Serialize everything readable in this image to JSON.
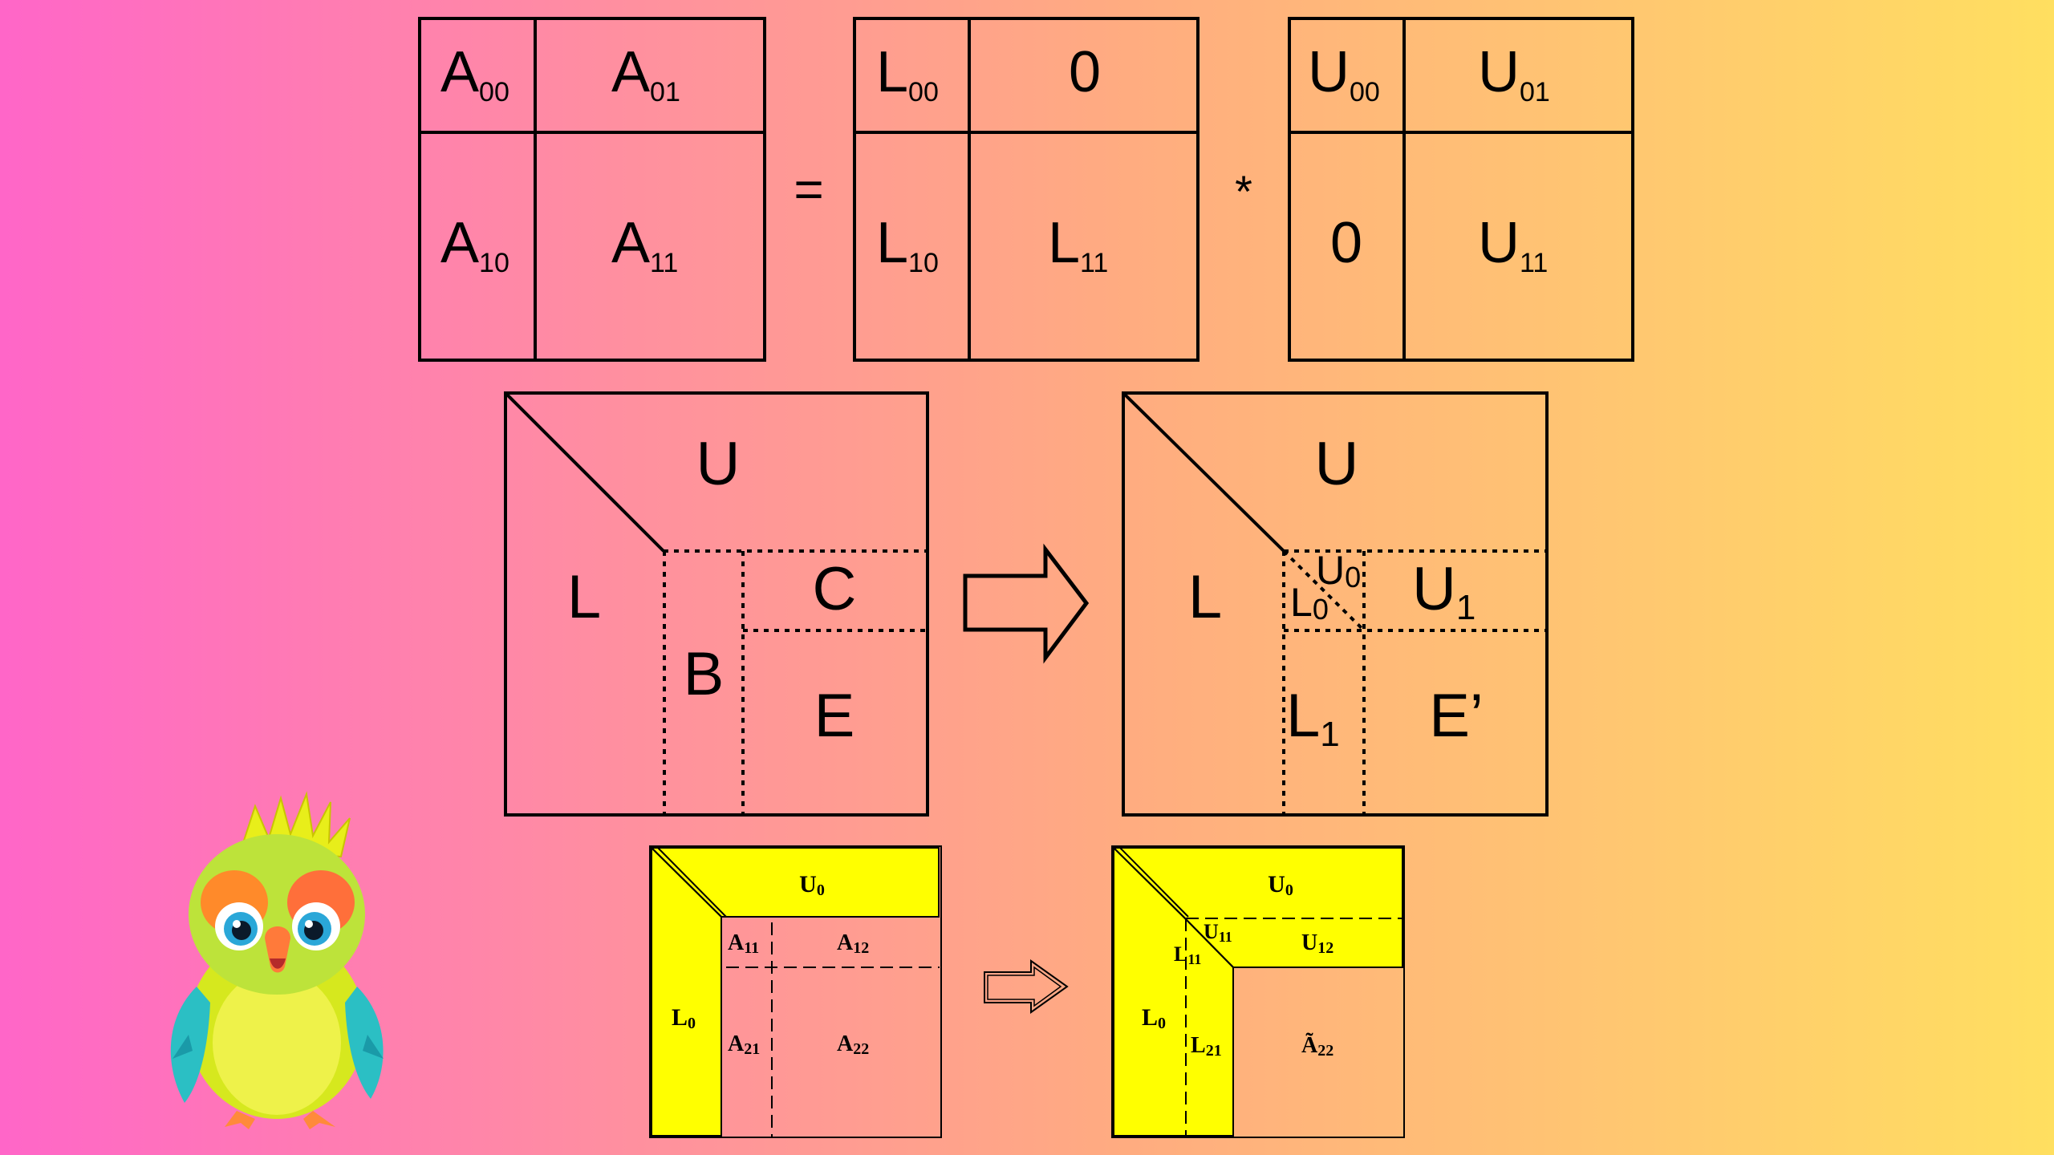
{
  "block_equation": {
    "A00": {
      "base": "A",
      "sub": "00"
    },
    "A01": {
      "base": "A",
      "sub": "01"
    },
    "A10": {
      "base": "A",
      "sub": "10"
    },
    "A11": {
      "base": "A",
      "sub": "11"
    },
    "equals": "=",
    "L00": {
      "base": "L",
      "sub": "00"
    },
    "L_zero": "0",
    "L10": {
      "base": "L",
      "sub": "10"
    },
    "L11": {
      "base": "L",
      "sub": "11"
    },
    "times": "*",
    "U00": {
      "base": "U",
      "sub": "00"
    },
    "U01": {
      "base": "U",
      "sub": "01"
    },
    "U_zero": "0",
    "U11": {
      "base": "U",
      "sub": "11"
    }
  },
  "blocked_lu_step": {
    "before": {
      "U": "U",
      "L": "L",
      "B": "B",
      "C": "C",
      "E": "E"
    },
    "after": {
      "U": "U",
      "L": "L",
      "U0": {
        "base": "U",
        "sub": "0"
      },
      "L0": {
        "base": "L",
        "sub": "0"
      },
      "U1": {
        "base": "U",
        "sub": "1"
      },
      "L1": {
        "base": "L",
        "sub": "1"
      },
      "E_prime": "E’"
    }
  },
  "small_lu_step": {
    "before": {
      "U0": {
        "base": "U",
        "sub": "0"
      },
      "L0": {
        "base": "L",
        "sub": "0"
      },
      "A11": {
        "base": "A",
        "sub": "11"
      },
      "A12": {
        "base": "A",
        "sub": "12"
      },
      "A21": {
        "base": "A",
        "sub": "21"
      },
      "A22": {
        "base": "A",
        "sub": "22"
      }
    },
    "after": {
      "U0": {
        "base": "U",
        "sub": "0"
      },
      "L0": {
        "base": "L",
        "sub": "0"
      },
      "U11": {
        "base": "U",
        "sub": "11"
      },
      "L11": {
        "base": "L",
        "sub": "11"
      },
      "U12": {
        "base": "U",
        "sub": "12"
      },
      "L21": {
        "base": "L",
        "sub": "21"
      },
      "A22_tilde": {
        "base": "Ã",
        "sub": "22"
      }
    }
  },
  "colors": {
    "highlight": "#ffff00",
    "ink": "#000000"
  },
  "mascot": {
    "icon": "parrot-mascot-icon"
  }
}
